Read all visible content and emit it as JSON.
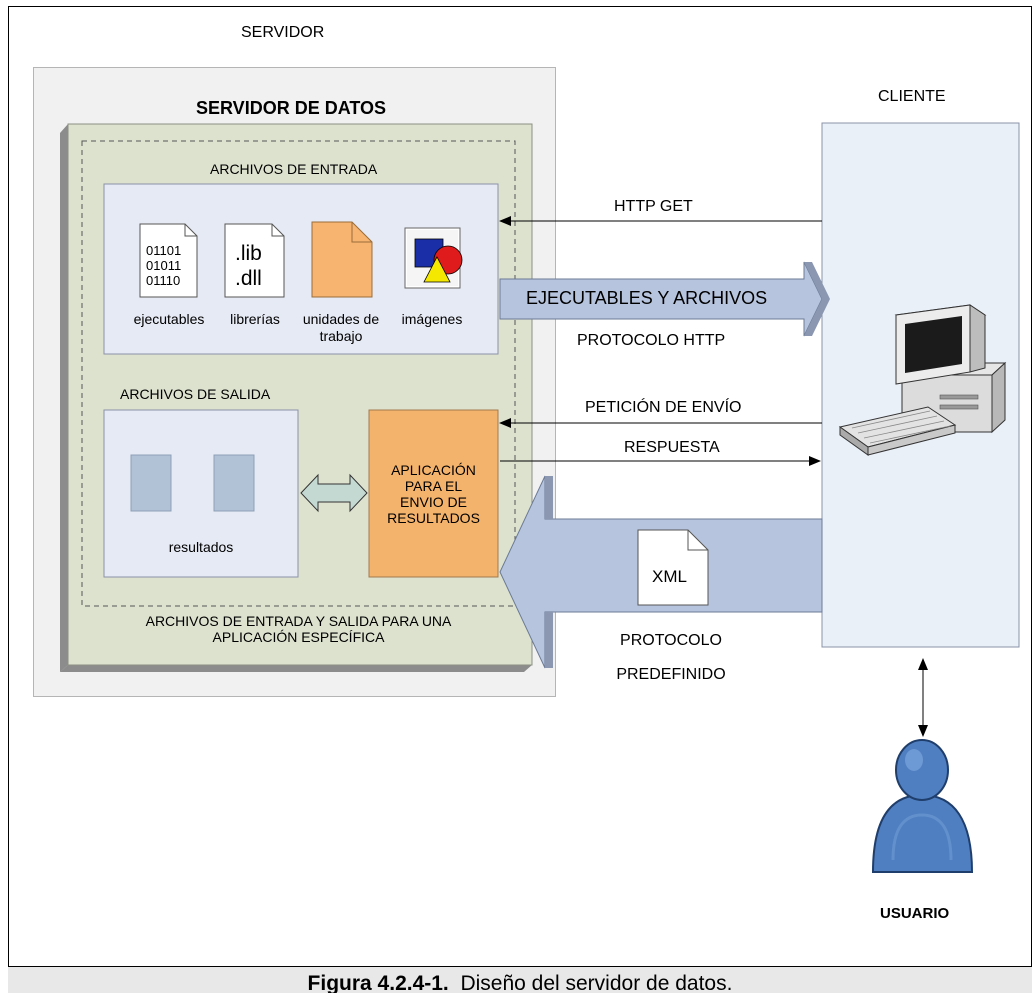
{
  "diagram": {
    "server_label": "SERVIDOR",
    "data_server_title": "SERVIDOR DE DATOS",
    "client_label": "CLIENTE",
    "input_files_title": "ARCHIVOS DE ENTRADA",
    "output_files_title": "ARCHIVOS DE SALIDA",
    "io_footer_line1": "ARCHIVOS DE ENTRADA Y SALIDA PARA UNA",
    "io_footer_line2": "APLICACIÓN ESPECÍFICA",
    "files": [
      {
        "label": "ejecutables",
        "content_line1": "01101",
        "content_line2": "01011",
        "content_line3": "01110"
      },
      {
        "label": "librerías",
        "content_line1": ".lib",
        "content_line2": ".dll"
      },
      {
        "label_line1": "unidades de",
        "label_line2": "trabajo"
      },
      {
        "label": "imágenes"
      }
    ],
    "results_label": "resultados",
    "app_box_line1": "APLICACIÓN",
    "app_box_line2": "PARA EL",
    "app_box_line3": "ENVIO DE",
    "app_box_line4": "RESULTADOS",
    "http_get": "HTTP GET",
    "exec_arrow_label": "EJECUTABLES Y ARCHIVOS",
    "protocol_http": "PROTOCOLO HTTP",
    "send_request": "PETICIÓN DE ENVÍO",
    "response": "RESPUESTA",
    "xml_doc": "XML",
    "protocol_predef_line1": "PROTOCOLO",
    "protocol_predef_line2": "PREDEFINIDO",
    "user_label": "USUARIO"
  },
  "caption": {
    "bold": "Figura 4.2.4-1.",
    "text": "Diseño del servidor de datos."
  },
  "colors": {
    "server_bg": "#f1f1f1",
    "data_server_bg": "#dde2cf",
    "panel_bg": "#e6eaf4",
    "app_box": "#f4b36c",
    "arrow_fill": "#b7c4dd",
    "results_square": "#b2c2d6",
    "client_bg": "#eaf0f8",
    "user_blue": "#4f7fc0"
  }
}
